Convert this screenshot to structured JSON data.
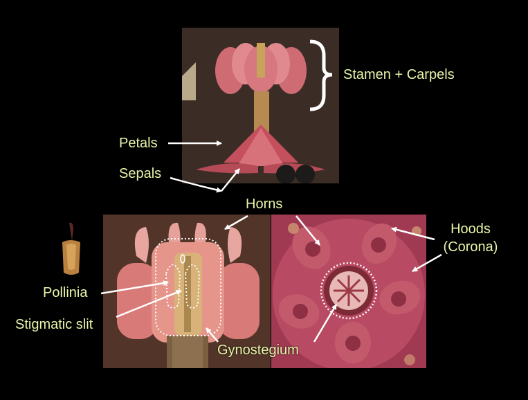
{
  "labels": {
    "stamen_carpels": "Stamen + Carpels",
    "petals": "Petals",
    "sepals": "Sepals",
    "horns": "Horns",
    "hoods_line1": "Hoods",
    "hoods_line2": "(Corona)",
    "pollinia": "Pollinia",
    "stigmatic_slit": "Stigmatic slit",
    "gynostegium": "Gynostegium"
  },
  "colors": {
    "background": "#000000",
    "label_text": "#e9f6a9",
    "arrow": "#ffffff",
    "dotted_outline": "#ffffff",
    "flower_pink": "#d9707a",
    "photo_brown_bg": "#4a2a22"
  }
}
